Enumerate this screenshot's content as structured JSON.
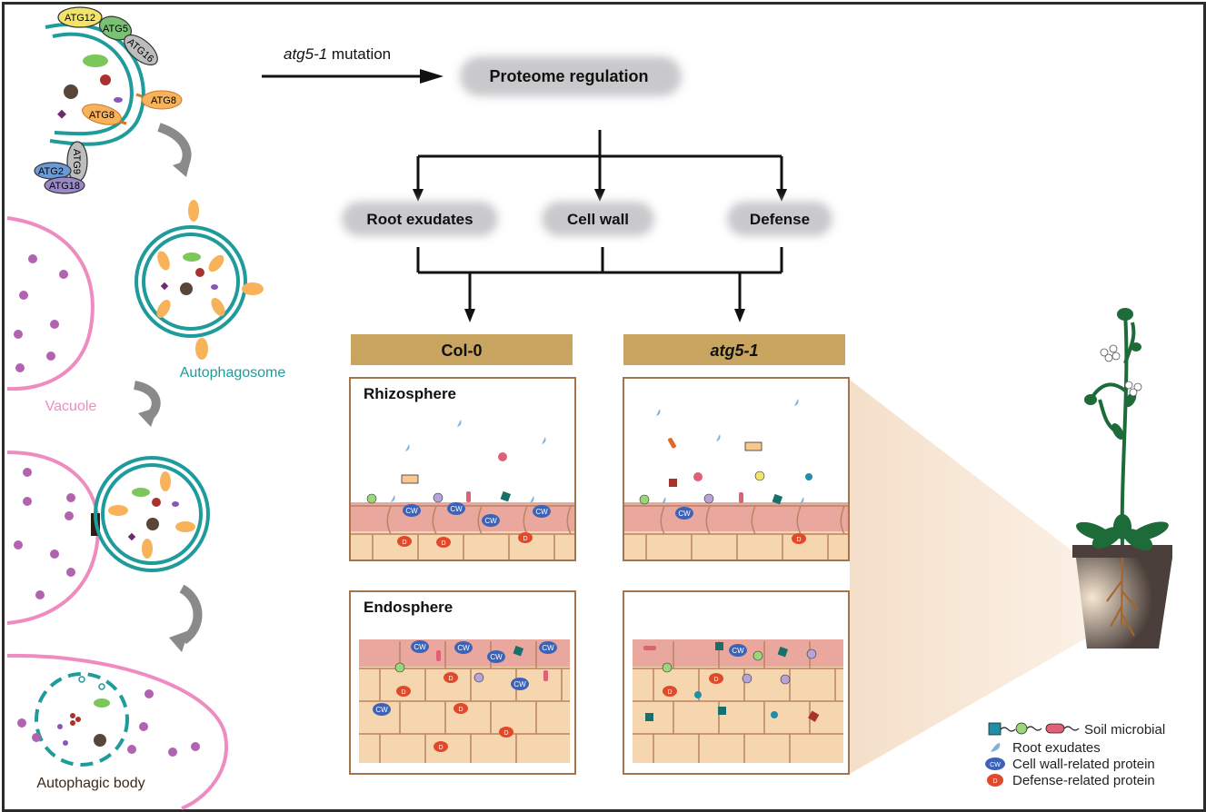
{
  "top": {
    "mutation_gene": "atg5-1",
    "mutation_word": " mutation",
    "proteome_box": "Proteome regulation"
  },
  "categories": [
    "Root exudates",
    "Cell wall",
    "Defense"
  ],
  "genotypes": {
    "left": "Col-0",
    "right": "atg5-1"
  },
  "panels": {
    "rhizosphere": "Rhizosphere",
    "endosphere": "Endosphere"
  },
  "autophagy": {
    "proteins": [
      "ATG12",
      "ATG5",
      "ATG16",
      "ATG8",
      "ATG8",
      "ATG9",
      "ATG2",
      "ATG18"
    ],
    "autophagosome_label": "Autophagosome",
    "vacuole_label": "Vacuole",
    "body_label": "Autophagic body"
  },
  "cell_marks": {
    "cw": "CW",
    "d": "D"
  },
  "legend": [
    {
      "icon": "soil-microbial-icon",
      "label": "Soil microbial"
    },
    {
      "icon": "root-exudate-icon",
      "label": "Root exudates"
    },
    {
      "icon": "cell-wall-protein-icon",
      "label": "Cell wall-related protein"
    },
    {
      "icon": "defense-protein-icon",
      "label": "Defense-related protein"
    }
  ],
  "colors": {
    "teal": "#1f9b9b",
    "pink": "#ef8cbf",
    "orange": "#f7b25a",
    "cell_fill": "#f6d6ae",
    "rhizo_fill": "#e9a79e",
    "cw_blue": "#3c63b8",
    "defense_red": "#e04a2a",
    "soil": "#c9a35a",
    "plant_green": "#1e6b3a",
    "pot": "#4a3f3a"
  }
}
